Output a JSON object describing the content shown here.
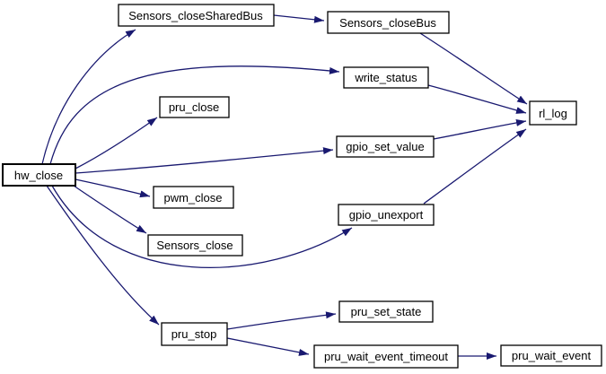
{
  "diagram": {
    "kind": "function-call-graph",
    "root_function": "hw_close"
  },
  "colors": {
    "background": "#ffffff",
    "edge_color": "#191970",
    "node_fill": "#ffffff",
    "node_border": "#000000",
    "node_highlight_fill": "#c0c0c0"
  },
  "nodes": [
    {
      "id": "hw_close",
      "label": "hw_close",
      "highlighted": true
    },
    {
      "id": "Sensors_closeSharedBus",
      "label": "Sensors_closeSharedBus",
      "highlighted": false
    },
    {
      "id": "Sensors_closeBus",
      "label": "Sensors_closeBus",
      "highlighted": false
    },
    {
      "id": "write_status",
      "label": "write_status",
      "highlighted": false
    },
    {
      "id": "pru_close",
      "label": "pru_close",
      "highlighted": false
    },
    {
      "id": "gpio_set_value",
      "label": "gpio_set_value",
      "highlighted": false
    },
    {
      "id": "rl_log",
      "label": "rl_log",
      "highlighted": false
    },
    {
      "id": "pwm_close",
      "label": "pwm_close",
      "highlighted": false
    },
    {
      "id": "Sensors_close",
      "label": "Sensors_close",
      "highlighted": false
    },
    {
      "id": "gpio_unexport",
      "label": "gpio_unexport",
      "highlighted": false
    },
    {
      "id": "pru_stop",
      "label": "pru_stop",
      "highlighted": false
    },
    {
      "id": "pru_set_state",
      "label": "pru_set_state",
      "highlighted": false
    },
    {
      "id": "pru_wait_event_timeout",
      "label": "pru_wait_event_timeout",
      "highlighted": false
    },
    {
      "id": "pru_wait_event",
      "label": "pru_wait_event",
      "highlighted": false
    }
  ],
  "edges": [
    {
      "from": "hw_close",
      "to": "Sensors_closeSharedBus"
    },
    {
      "from": "hw_close",
      "to": "write_status"
    },
    {
      "from": "hw_close",
      "to": "pru_close"
    },
    {
      "from": "hw_close",
      "to": "gpio_set_value"
    },
    {
      "from": "hw_close",
      "to": "pwm_close"
    },
    {
      "from": "hw_close",
      "to": "Sensors_close"
    },
    {
      "from": "hw_close",
      "to": "gpio_unexport"
    },
    {
      "from": "hw_close",
      "to": "pru_stop"
    },
    {
      "from": "Sensors_closeSharedBus",
      "to": "Sensors_closeBus"
    },
    {
      "from": "Sensors_closeBus",
      "to": "rl_log"
    },
    {
      "from": "write_status",
      "to": "rl_log"
    },
    {
      "from": "gpio_set_value",
      "to": "rl_log"
    },
    {
      "from": "gpio_unexport",
      "to": "rl_log"
    },
    {
      "from": "pru_stop",
      "to": "pru_set_state"
    },
    {
      "from": "pru_stop",
      "to": "pru_wait_event_timeout"
    },
    {
      "from": "pru_wait_event_timeout",
      "to": "pru_wait_event"
    }
  ]
}
